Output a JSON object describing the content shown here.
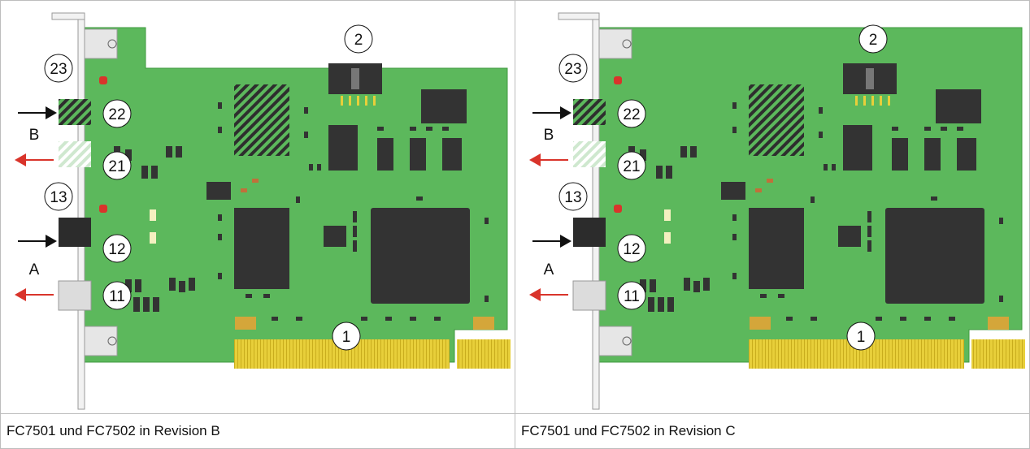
{
  "colors": {
    "pcb": "#5cb85c",
    "pcb_edge": "#3f9a3f",
    "chip": "#333333",
    "gold": "#e8cf3a",
    "led_red": "#d9342b",
    "arrow_black": "#111111",
    "arrow_red": "#d9342b",
    "bracket": "#e6e6e6"
  },
  "panels": [
    {
      "caption": "FC7501 und FC7502 in Revision B",
      "callouts": {
        "c1": "1",
        "c2": "2",
        "c11": "11",
        "c12": "12",
        "c13": "13",
        "c21": "21",
        "c22": "22",
        "c23": "23"
      },
      "port_labels": {
        "b": "B",
        "a": "A"
      }
    },
    {
      "caption": "FC7501 und FC7502 in Revision C",
      "callouts": {
        "c1": "1",
        "c2": "2",
        "c11": "11",
        "c12": "12",
        "c13": "13",
        "c21": "21",
        "c22": "22",
        "c23": "23"
      },
      "port_labels": {
        "b": "B",
        "a": "A"
      }
    }
  ]
}
